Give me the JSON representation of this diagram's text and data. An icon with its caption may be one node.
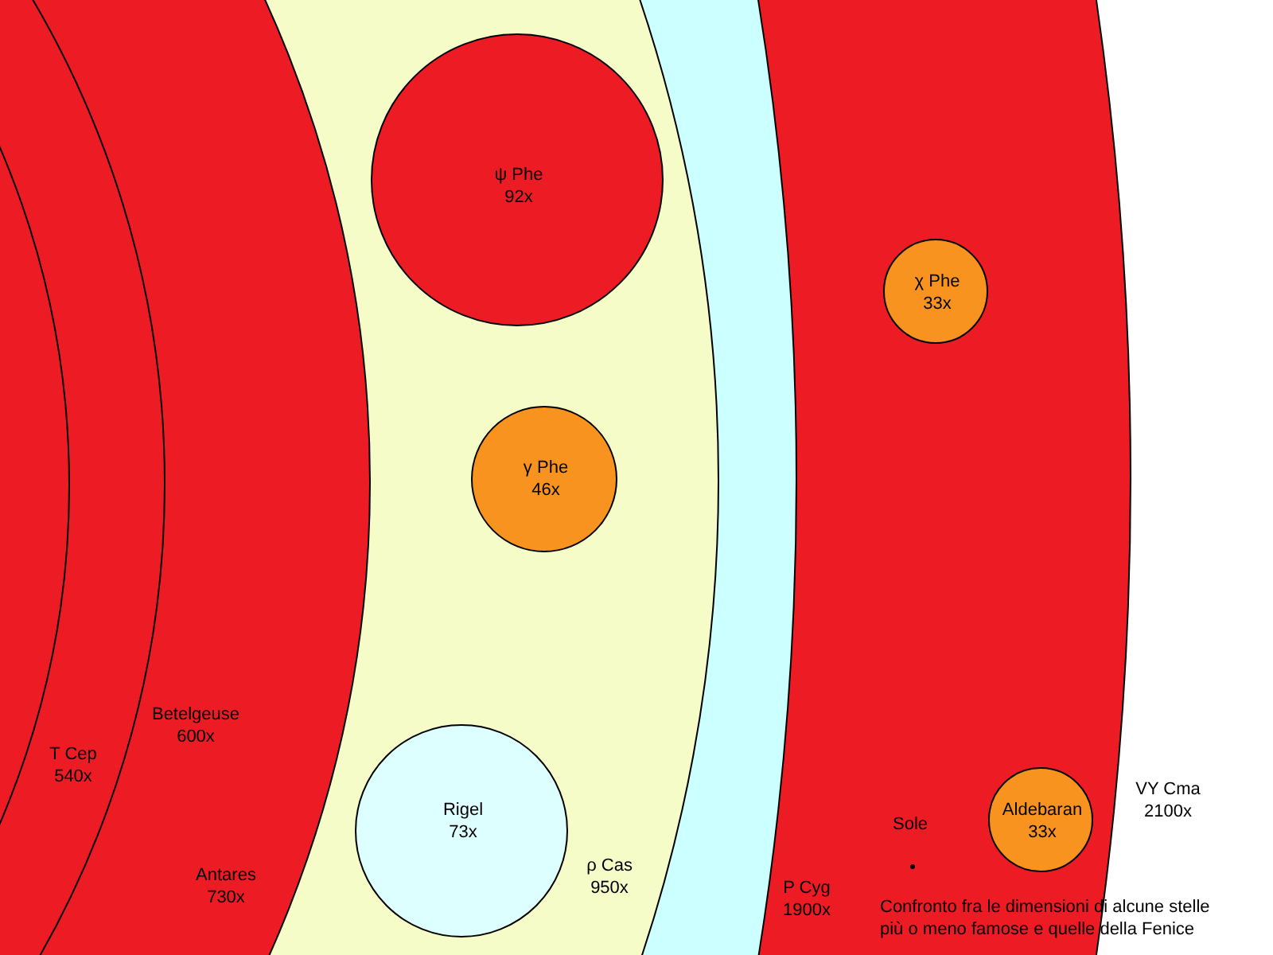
{
  "diagram": {
    "caption": "Confronto fra le dimensioni di alcune stelle più o meno famose e quelle della Fenice",
    "nodes": [
      {
        "text": [
          "VY Cma",
          "2100x"
        ]
      },
      {
        "text": [
          "P Cyg",
          "1900x"
        ],
        "in": 0
      },
      {
        "text": [
          "ρ Cas",
          "950x"
        ],
        "in": 1
      },
      {
        "text": [
          "Antares",
          "730x"
        ],
        "in": 2
      },
      {
        "text": [
          "Betelgeuse",
          "600x"
        ],
        "in": 3
      },
      {
        "text": [
          "T Cep",
          "540x"
        ],
        "in": 4
      },
      {
        "text": [
          "ψ Phe",
          "92x"
        ],
        "in": 2
      },
      {
        "text": [
          "γ Phe",
          "46x"
        ],
        "in": 2
      },
      {
        "text": [
          "Rigel",
          "73x"
        ],
        "in": 2
      },
      {
        "text": [
          "χ Phe",
          "33x"
        ],
        "in": 0
      },
      {
        "text": [
          "Sole"
        ],
        "in": 0
      },
      {
        "text": [
          "Aldebaran",
          "33x"
        ],
        "in": 0
      }
    ],
    "edges": []
  }
}
